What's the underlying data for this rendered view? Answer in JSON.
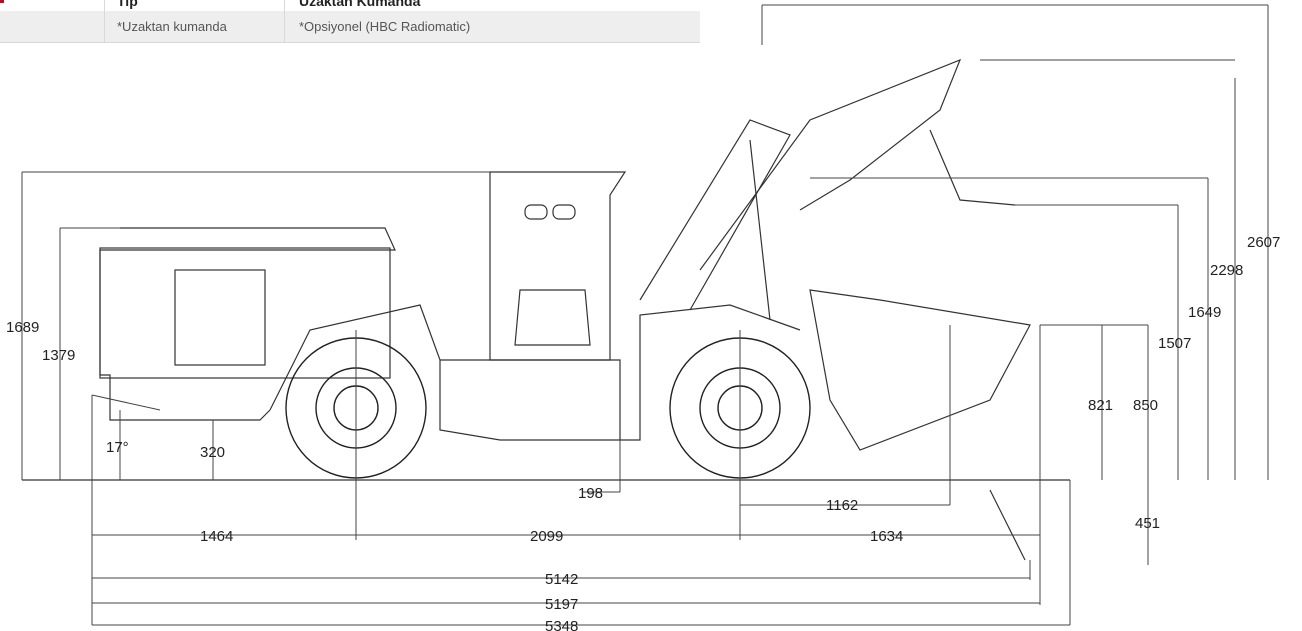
{
  "spec_table": {
    "headers": {
      "col1": "",
      "col2": "Tip",
      "col3": "Uzaktan Kumanda"
    },
    "row": {
      "col1": "",
      "col2": "*Uzaktan kumanda",
      "col3": "*Opsiyonel (HBC Radiomatic)"
    },
    "accent_color": "#d0021b"
  },
  "dimensions": {
    "overall_height": "1689",
    "hood_height": "1379",
    "departure_angle": "17°",
    "rear_ground_clearance": "320",
    "center_clearance": "198",
    "rear_overhang": "1464",
    "wheelbase": "2099",
    "front_axle_to_bucket": "1634",
    "reach_at_dump": "1162",
    "overall_length_1": "5142",
    "overall_length_2": "5197",
    "overall_length_3": "5348",
    "bucket_lip_height": "821",
    "bucket_pin_height": "850",
    "dig_depth": "451",
    "dump_clearance_1": "1507",
    "dump_clearance_2": "1649",
    "pin_height_raised": "2298",
    "max_raised_height": "2607"
  }
}
